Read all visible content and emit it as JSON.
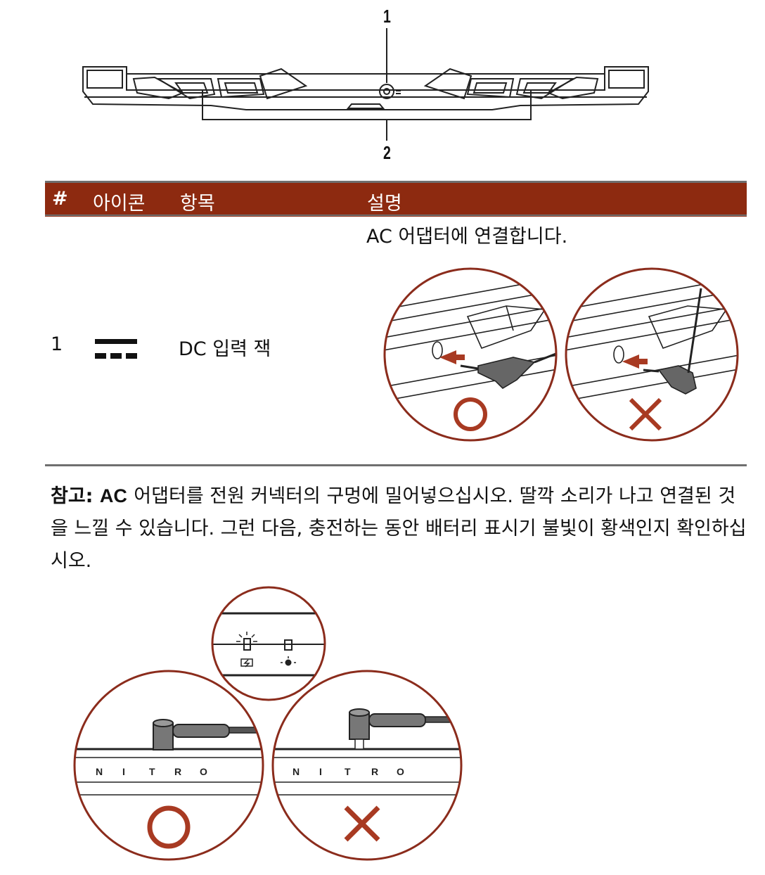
{
  "callouts": {
    "one": "1",
    "two": "2"
  },
  "table": {
    "header": {
      "num": "#",
      "icon": "아이콘",
      "item": "항목",
      "desc": "설명"
    },
    "row": {
      "num": "1",
      "item": "DC 입력 잭",
      "desc": "AC 어댑터에 연결합니다."
    }
  },
  "note": {
    "label": "참고:",
    "ac": "AC",
    "text": "어댑터를 전원 커넥터의 구멍에 밀어넣으십시오. 딸깍 소리가 나고 연결된 것을 느낄 수 있습니다. 그런 다음, 충전하는 동안 배터리 표시기 불빛이 황색인지 확인하십시오."
  },
  "figure_text": {
    "brand_letters": [
      "N",
      "I",
      "T",
      "R",
      "O"
    ]
  },
  "colors": {
    "header_bg": "#8d2a10",
    "circle_stroke": "#8b2c1c",
    "mark": "#a83a22",
    "rule": "#6f6f6f"
  }
}
